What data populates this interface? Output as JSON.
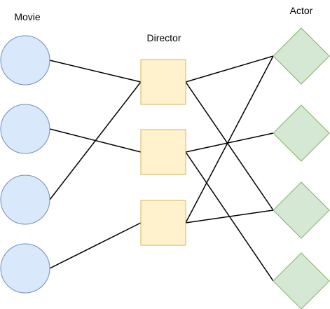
{
  "labels": {
    "movie": "Movie",
    "director": "Director",
    "actor": "Actor"
  },
  "colors": {
    "movie_fill": "#dae8fc",
    "movie_stroke": "#6c8ebf",
    "director_fill": "#fff2cc",
    "director_stroke": "#d6b656",
    "actor_fill": "#d5e8d4",
    "actor_stroke": "#82b366",
    "edge": "#000000"
  },
  "nodes": {
    "movies": [
      "movie-1",
      "movie-2",
      "movie-3",
      "movie-4"
    ],
    "directors": [
      "director-1",
      "director-2",
      "director-3"
    ],
    "actors": [
      "actor-1",
      "actor-2",
      "actor-3",
      "actor-4"
    ]
  },
  "edges": [
    {
      "from": "movie-1",
      "to": "director-1"
    },
    {
      "from": "movie-2",
      "to": "director-2"
    },
    {
      "from": "movie-3",
      "to": "director-1"
    },
    {
      "from": "movie-4",
      "to": "director-3"
    },
    {
      "from": "director-1",
      "to": "actor-1"
    },
    {
      "from": "director-1",
      "to": "actor-3"
    },
    {
      "from": "director-2",
      "to": "actor-2"
    },
    {
      "from": "director-2",
      "to": "actor-4"
    },
    {
      "from": "director-3",
      "to": "actor-1"
    },
    {
      "from": "director-3",
      "to": "actor-3"
    }
  ]
}
